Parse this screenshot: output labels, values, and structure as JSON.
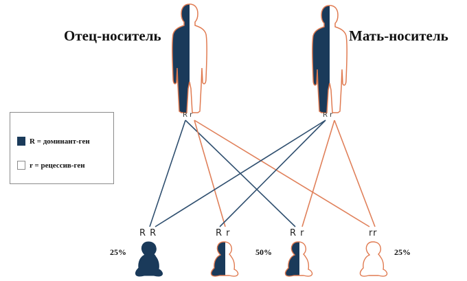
{
  "colors": {
    "dominant": "#1a3a5a",
    "recessive": "#e07a50",
    "dominant_line": "#2f4f6f",
    "recessive_line": "#e0805a"
  },
  "parents": {
    "father": {
      "title": "Отец-носитель",
      "genes": "R r"
    },
    "mother": {
      "title": "Мать-носитель",
      "genes": "R r"
    }
  },
  "legend": {
    "dominant": "R = доминант-ген",
    "recessive": "r = рецессив-ген"
  },
  "children": [
    {
      "genotype": "R R",
      "percent": "25%"
    },
    {
      "genotype": "R r",
      "percent": ""
    },
    {
      "genotype": "R r",
      "percent": "50%"
    },
    {
      "genotype": "rr",
      "percent": "25%"
    }
  ]
}
